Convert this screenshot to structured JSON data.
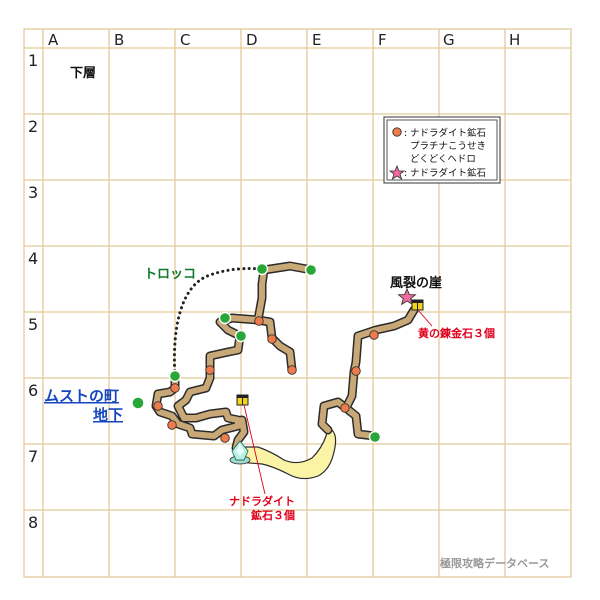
{
  "grid": {
    "columns": [
      "A",
      "B",
      "C",
      "D",
      "E",
      "F",
      "G",
      "H"
    ],
    "rows": [
      "1",
      "2",
      "3",
      "4",
      "5",
      "6",
      "7",
      "8"
    ],
    "line_color": "#e3c99a"
  },
  "floor_label": "下層",
  "legend": {
    "circle_items": [
      "ナドラダイト鉱石",
      "プラチナこうせき",
      "どくどくヘドロ"
    ],
    "star_item": "ナドラダイト鉱石"
  },
  "labels": {
    "torokko": "トロッコ",
    "town_line1": "ムストの町",
    "town_line2": "地下",
    "cliff": "風裂の崖",
    "chest_right": "黄の錬金石３個",
    "chest_bottom_line1": "ナドラダイト",
    "chest_bottom_line2": "鉱石３個",
    "watermark": "極限攻略データベース"
  },
  "colors": {
    "path_fill": "#c9a877",
    "path_edge": "#2b2b2b",
    "ore_orange": "#ef7a4a",
    "exit_green": "#27a737",
    "star_pink": "#f06aa0",
    "chest_yellow": "#f2d21d",
    "water_yellow": "#fbf3a6",
    "red_text": "#e0001b",
    "blue_link": "#1446bf",
    "green_text": "#0f7a2c",
    "watermark": "#9a9a9a"
  },
  "icons": [
    "ore-point-icon",
    "exit-point-icon",
    "star-ore-icon",
    "treasure-chest-icon",
    "crystal-icon"
  ]
}
